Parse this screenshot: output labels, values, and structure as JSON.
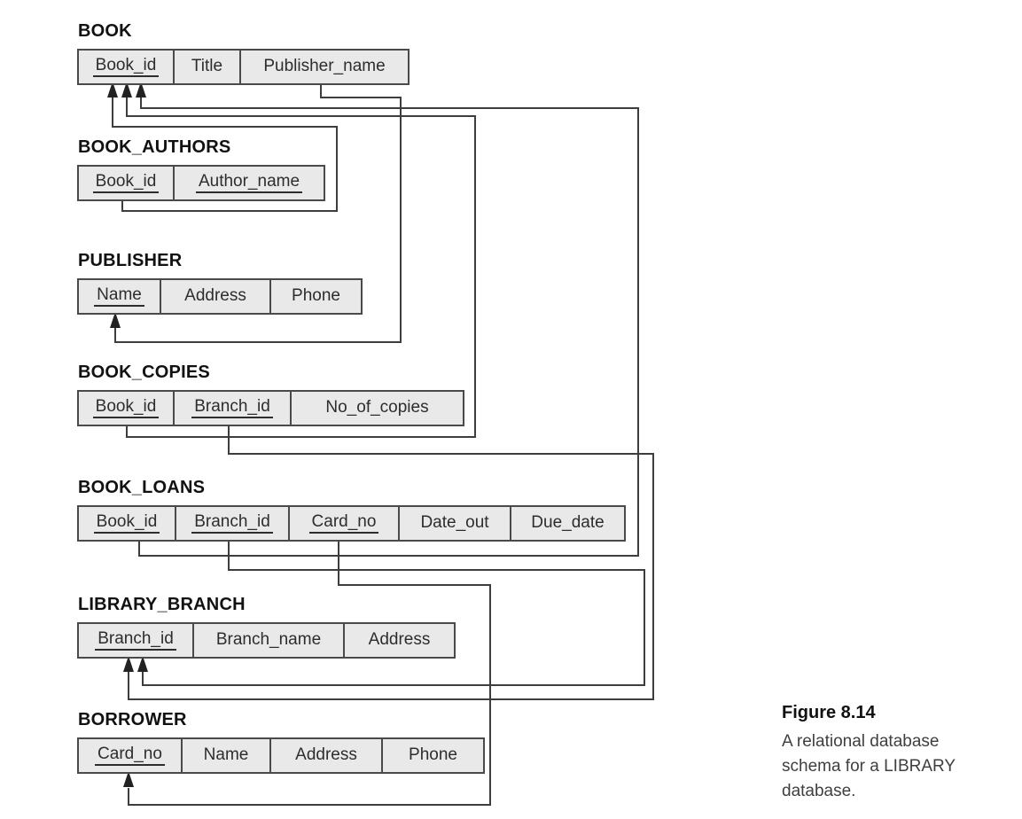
{
  "figure": {
    "label": "Figure 8.14",
    "caption_lines": [
      "A relational database",
      "schema for a LIBRARY",
      "database."
    ]
  },
  "colors": {
    "cell_fill": "#e9e9e9",
    "cell_border": "#4a4a4a",
    "connector_line": "#3d3d3d",
    "arrowhead": "#222222",
    "text": "#2d2d2d"
  },
  "tables": [
    {
      "name": "BOOK",
      "columns": [
        {
          "label": "Book_id",
          "pk": true
        },
        {
          "label": "Title",
          "pk": false
        },
        {
          "label": "Publisher_name",
          "pk": false
        }
      ]
    },
    {
      "name": "BOOK_AUTHORS",
      "columns": [
        {
          "label": "Book_id",
          "pk": true
        },
        {
          "label": "Author_name",
          "pk": true
        }
      ]
    },
    {
      "name": "PUBLISHER",
      "columns": [
        {
          "label": "Name",
          "pk": true
        },
        {
          "label": "Address",
          "pk": false
        },
        {
          "label": "Phone",
          "pk": false
        }
      ]
    },
    {
      "name": "BOOK_COPIES",
      "columns": [
        {
          "label": "Book_id",
          "pk": true
        },
        {
          "label": "Branch_id",
          "pk": true
        },
        {
          "label": "No_of_copies",
          "pk": false
        }
      ]
    },
    {
      "name": "BOOK_LOANS",
      "columns": [
        {
          "label": "Book_id",
          "pk": true
        },
        {
          "label": "Branch_id",
          "pk": true
        },
        {
          "label": "Card_no",
          "pk": true
        },
        {
          "label": "Date_out",
          "pk": false
        },
        {
          "label": "Due_date",
          "pk": false
        }
      ]
    },
    {
      "name": "LIBRARY_BRANCH",
      "columns": [
        {
          "label": "Branch_id",
          "pk": true
        },
        {
          "label": "Branch_name",
          "pk": false
        },
        {
          "label": "Address",
          "pk": false
        }
      ]
    },
    {
      "name": "BORROWER",
      "columns": [
        {
          "label": "Card_no",
          "pk": true
        },
        {
          "label": "Name",
          "pk": false
        },
        {
          "label": "Address",
          "pk": false
        },
        {
          "label": "Phone",
          "pk": false
        }
      ]
    }
  ],
  "relationships": [
    {
      "from": "BOOK_AUTHORS.Book_id",
      "to": "BOOK.Book_id"
    },
    {
      "from": "BOOK.Publisher_name",
      "to": "PUBLISHER.Name"
    },
    {
      "from": "BOOK_COPIES.Book_id",
      "to": "BOOK.Book_id"
    },
    {
      "from": "BOOK_COPIES.Branch_id",
      "to": "LIBRARY_BRANCH.Branch_id"
    },
    {
      "from": "BOOK_LOANS.Book_id",
      "to": "BOOK.Book_id"
    },
    {
      "from": "BOOK_LOANS.Branch_id",
      "to": "LIBRARY_BRANCH.Branch_id"
    },
    {
      "from": "BOOK_LOANS.Card_no",
      "to": "BORROWER.Card_no"
    }
  ]
}
